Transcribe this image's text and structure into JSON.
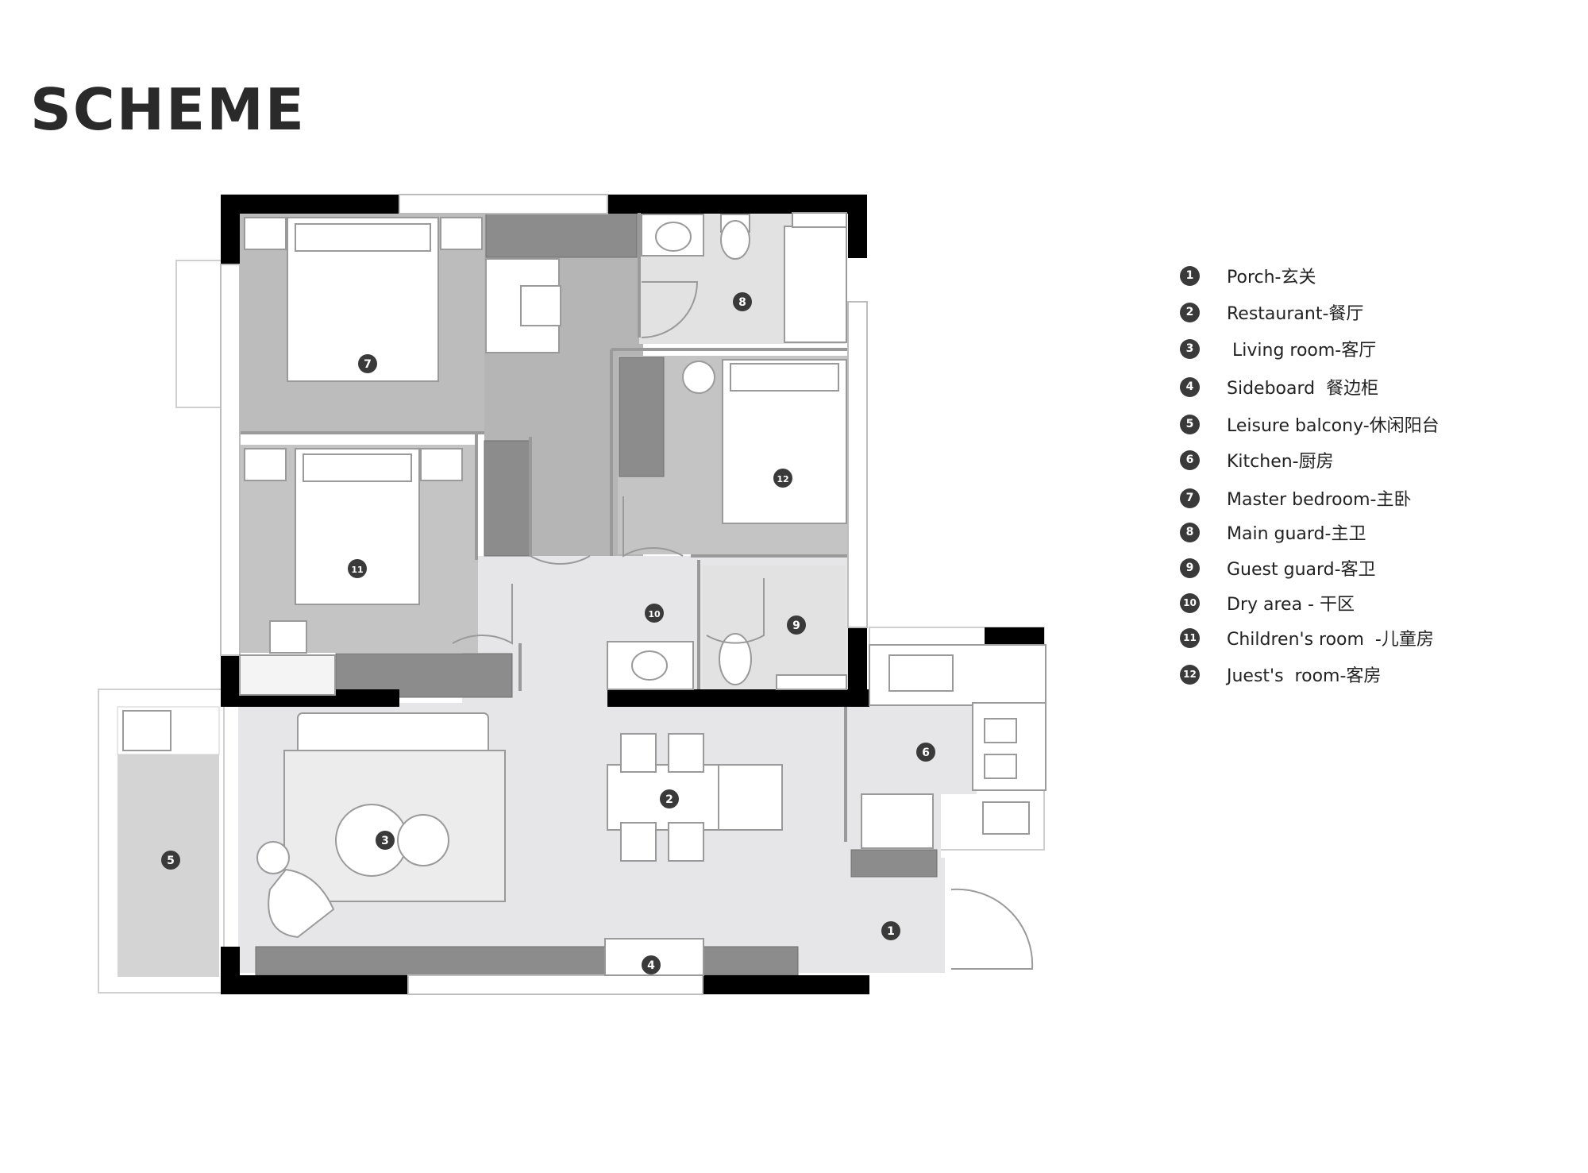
{
  "title": "SCHEME",
  "legend": [
    {
      "num": "1",
      "label": "Porch-玄关"
    },
    {
      "num": "2",
      "label": "Restaurant-餐厅"
    },
    {
      "num": "3",
      "label": " Living room-客厅"
    },
    {
      "num": "4",
      "label": "Sideboard  餐边柜"
    },
    {
      "num": "5",
      "label": "Leisure balcony-休闲阳台"
    },
    {
      "num": "6",
      "label": "Kitchen-厨房"
    },
    {
      "num": "7",
      "label": "Master bedroom-主卧"
    },
    {
      "num": "8",
      "label": "Main guard-主卫"
    },
    {
      "num": "9",
      "label": "Guest guard-客卫"
    },
    {
      "num": "10",
      "label": "Dry area - 干区"
    },
    {
      "num": "11",
      "label": "Children's room  -儿童房"
    },
    {
      "num": "12",
      "label": "Juest's  room-客房"
    }
  ],
  "rooms": [
    {
      "num": "1"
    },
    {
      "num": "2"
    },
    {
      "num": "3"
    },
    {
      "num": "4"
    },
    {
      "num": "5"
    },
    {
      "num": "6"
    },
    {
      "num": "7"
    },
    {
      "num": "8"
    },
    {
      "num": "9"
    },
    {
      "num": "10"
    },
    {
      "num": "11"
    },
    {
      "num": "12"
    }
  ],
  "colors": {
    "wall": "#000000",
    "floor_light": "#e6e6e8",
    "floor_mid": "#c4c4c4",
    "floor_dark": "#b5b5b5",
    "cabinet": "#8c8c8c",
    "furniture": "#ffffff",
    "marker": "#3a3a3a"
  }
}
